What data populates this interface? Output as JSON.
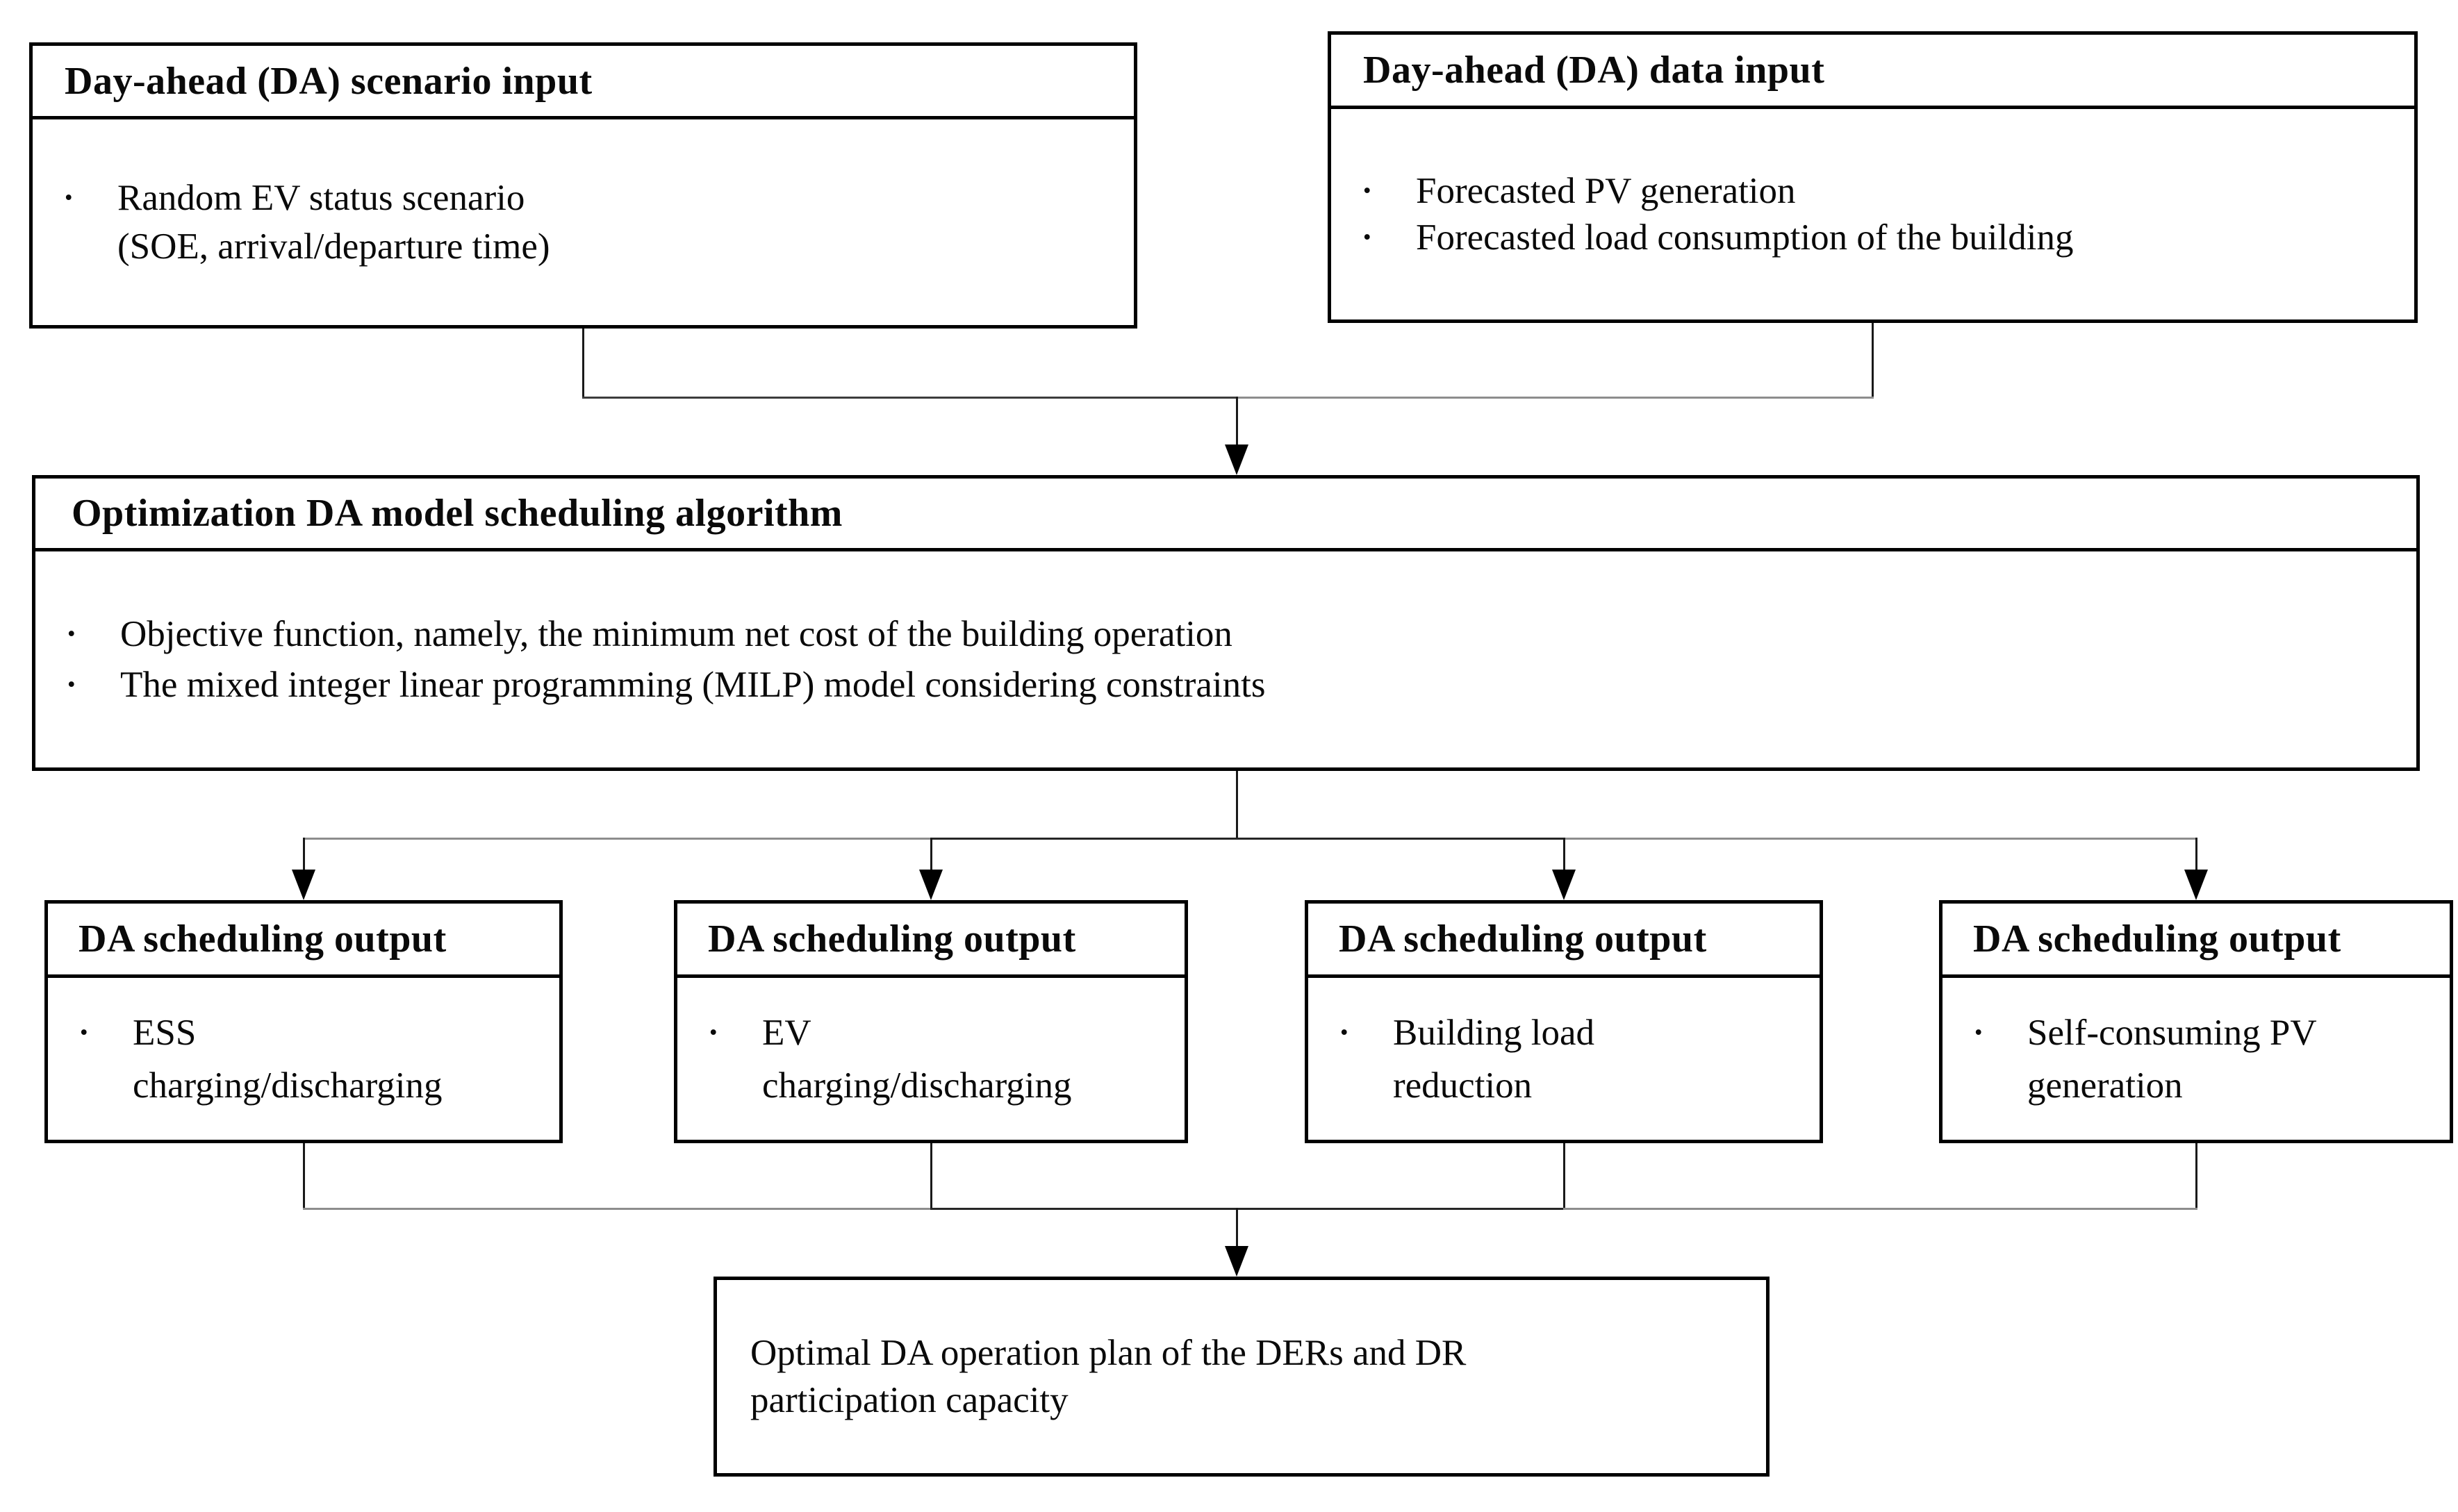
{
  "figure": {
    "type": "flowchart",
    "boxes": {
      "scenario_input": {
        "title": "Day-ahead (DA) scenario input",
        "bullets": [
          "Random EV status scenario\n(SOE, arrival/departure time)"
        ]
      },
      "data_input": {
        "title": "Day-ahead (DA) data input",
        "bullets": [
          "Forecasted PV generation",
          "Forecasted load consumption of the building"
        ]
      },
      "optimization": {
        "title": "Optimization DA model scheduling algorithm",
        "bullets": [
          "Objective function, namely, the minimum net cost of the building operation",
          "The mixed integer linear programming (MILP) model considering constraints"
        ]
      },
      "outputs": [
        {
          "title": "DA scheduling output",
          "bullets": [
            "ESS\ncharging/discharging"
          ]
        },
        {
          "title": "DA scheduling output",
          "bullets": [
            "EV\ncharging/discharging"
          ]
        },
        {
          "title": "DA scheduling output",
          "bullets": [
            "Building load\nreduction"
          ]
        },
        {
          "title": "DA scheduling output",
          "bullets": [
            "Self-consuming PV\ngeneration"
          ]
        }
      ],
      "result": {
        "text": "Optimal DA operation plan of the DERs and DR\nparticipation capacity"
      }
    },
    "colors": {
      "background": "#ffffff",
      "box_border": "#000000",
      "text": "#0a0a0a",
      "connector_dark": "#1a1a1a",
      "connector_mid": "#262626",
      "connector_gray": "#8d8d8d",
      "arrowhead": "#000000"
    }
  }
}
